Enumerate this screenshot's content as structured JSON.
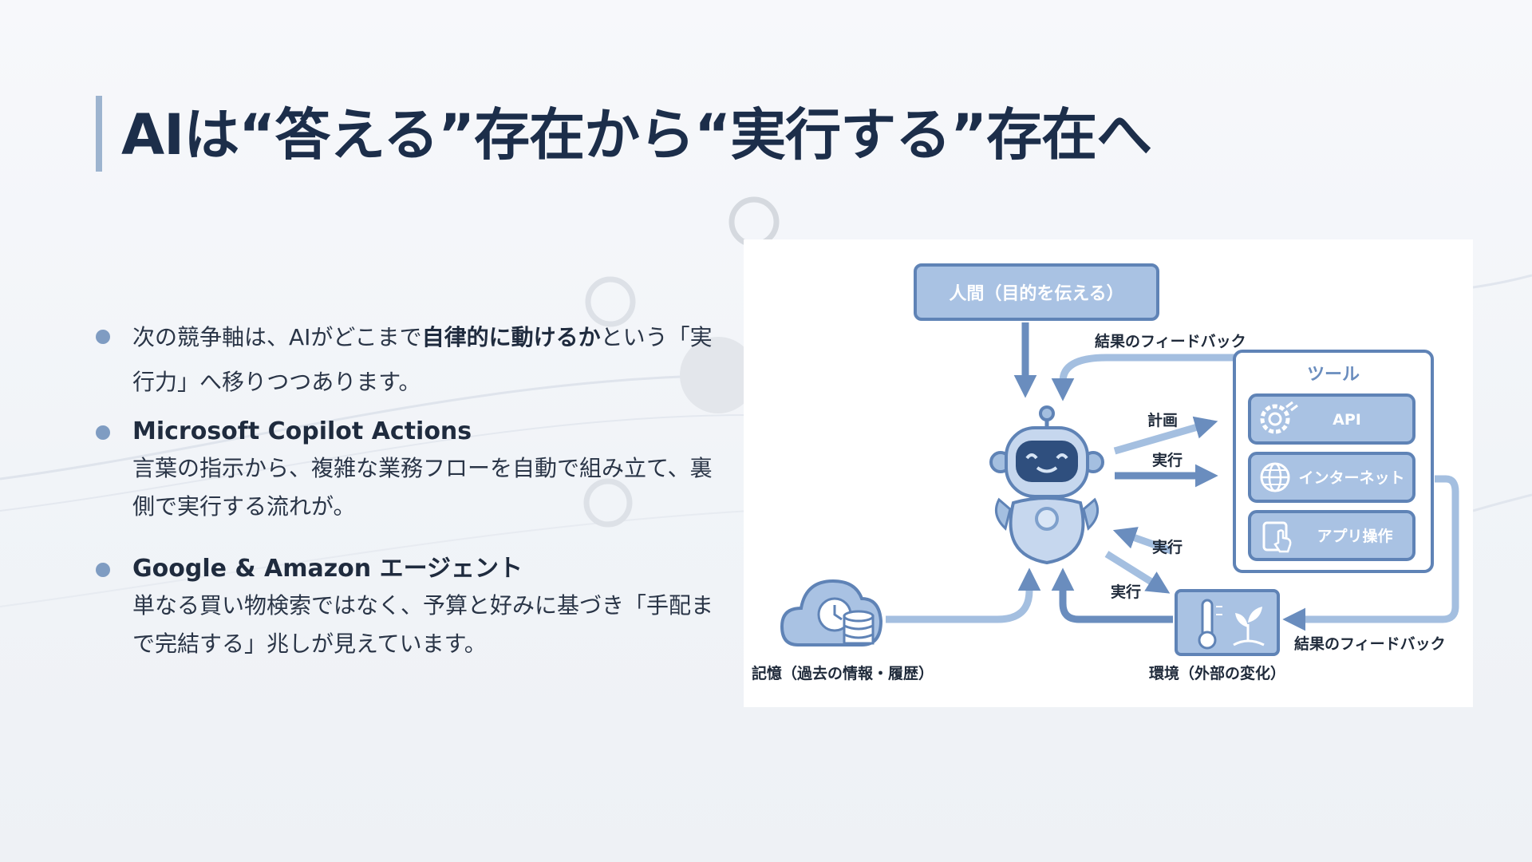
{
  "title": "AIは“答える”存在から“実行する”存在へ",
  "bullets": [
    {
      "text_pre": "次の競争軸は、AIがどこまで",
      "text_bold": "自律的に動けるか",
      "text_post": "という「実行力」へ移りつつあります。"
    },
    {
      "heading": "Microsoft Copilot Actions",
      "body": " 言葉の指示から、複雑な業務フローを自動で組み立て、裏側で実行する流れが。"
    },
    {
      "heading": "Google & Amazon エージェント",
      "body": " 単なる買い物検索ではなく、予算と好みに基づき「手配まで完結する」兆しが見えています。"
    }
  ],
  "diagram": {
    "human": "人間（目的を伝える）",
    "feedback_top": "結果のフィードバック",
    "tools_title": "ツール",
    "tools": [
      "API",
      "インターネット",
      "アプリ操作"
    ],
    "arrow_plan": "計画",
    "arrow_exec_1": "実行",
    "arrow_exec_2": "実行",
    "arrow_exec_3": "実行",
    "memory": "記憶（過去の情報・履歴）",
    "environment": "環境（外部の変化）",
    "feedback_bottom": "結果のフィードバック"
  },
  "colors": {
    "accent": "#9db4cf",
    "title": "#1c2e4a",
    "bullet_dot": "#7f9cc2",
    "diagram_stroke": "#5f83b6",
    "diagram_fill": "#9fbbe0",
    "diagram_label": "#1f2a3a"
  },
  "icons": [
    "robot-icon",
    "gear-plug-icon",
    "globe-icon",
    "tablet-tap-icon",
    "cloud-clock-database-icon",
    "thermometer-plant-icon"
  ]
}
